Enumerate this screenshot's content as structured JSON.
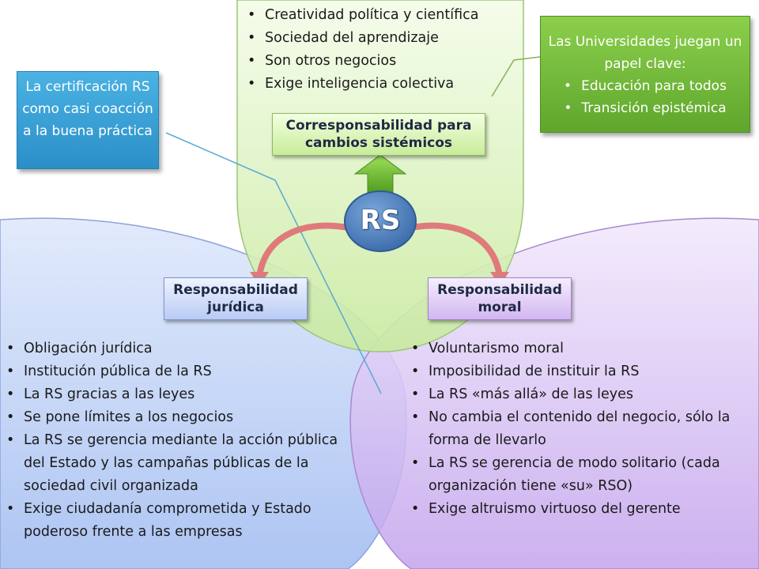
{
  "center": {
    "label": "RS"
  },
  "top_circle": {
    "title": "Corresponsabilidad para cambios sistémicos",
    "items": [
      "Creatividad política y científica",
      "Sociedad del aprendizaje",
      "Son otros negocios",
      "Exige inteligencia colectiva"
    ]
  },
  "left_circle": {
    "title": "Responsabilidad jurídica",
    "items": [
      "Obligación jurídica",
      "Institución pública de la RS",
      "La RS gracias a las leyes",
      "Se pone límites a los negocios",
      "La RS se gerencia mediante la acción pública del Estado y las campañas públicas de la sociedad civil organizada",
      "Exige ciudadanía comprometida y Estado poderoso frente a las empresas"
    ]
  },
  "right_circle": {
    "title": "Responsabilidad moral",
    "items": [
      "Voluntarismo moral",
      "Imposibilidad de instituir la RS",
      "La RS «más allá» de las leyes",
      "No cambia el contenido del negocio, sólo la forma de llevarlo",
      "La RS se gerencia de modo solitario (cada organización tiene «su» RSO)",
      "Exige altruismo virtuoso del gerente"
    ]
  },
  "callout_left": {
    "text": "La certificación RS como casi coacción a la buena práctica"
  },
  "callout_right": {
    "text": "Las Universidades juegan un papel clave:",
    "items": [
      "Educación para todos",
      "Transición epistémica"
    ]
  },
  "colors": {
    "top": "#d9f2b8",
    "left": "#bcd0f5",
    "right": "#d7c0f2",
    "center": "#4a7ebb",
    "callout_left": "#3aa3d8",
    "callout_right": "#77bd3c"
  }
}
